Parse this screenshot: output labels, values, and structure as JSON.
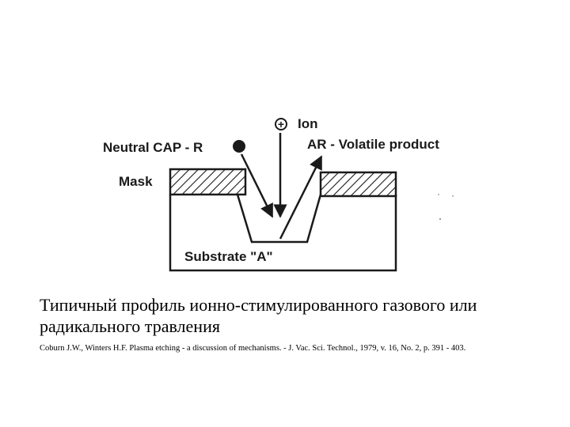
{
  "diagram": {
    "labels": {
      "ion": "Ion",
      "neutral": "Neutral CAP - R",
      "product": "AR - Volatile product",
      "mask": "Mask",
      "substrate": "Substrate \"A\""
    },
    "ion_symbol": "+",
    "colors": {
      "ink": "#1a1a1a",
      "background": "#ffffff"
    }
  },
  "caption": {
    "title": "Типичный профиль ионно-стимулированного газового или радикального травления",
    "reference": "Coburn J.W., Winters H.F. Plasma etching - a discussion of mechanisms. - J. Vac. Sci. Technol., 1979, v. 16, No. 2, p. 391 - 403."
  }
}
